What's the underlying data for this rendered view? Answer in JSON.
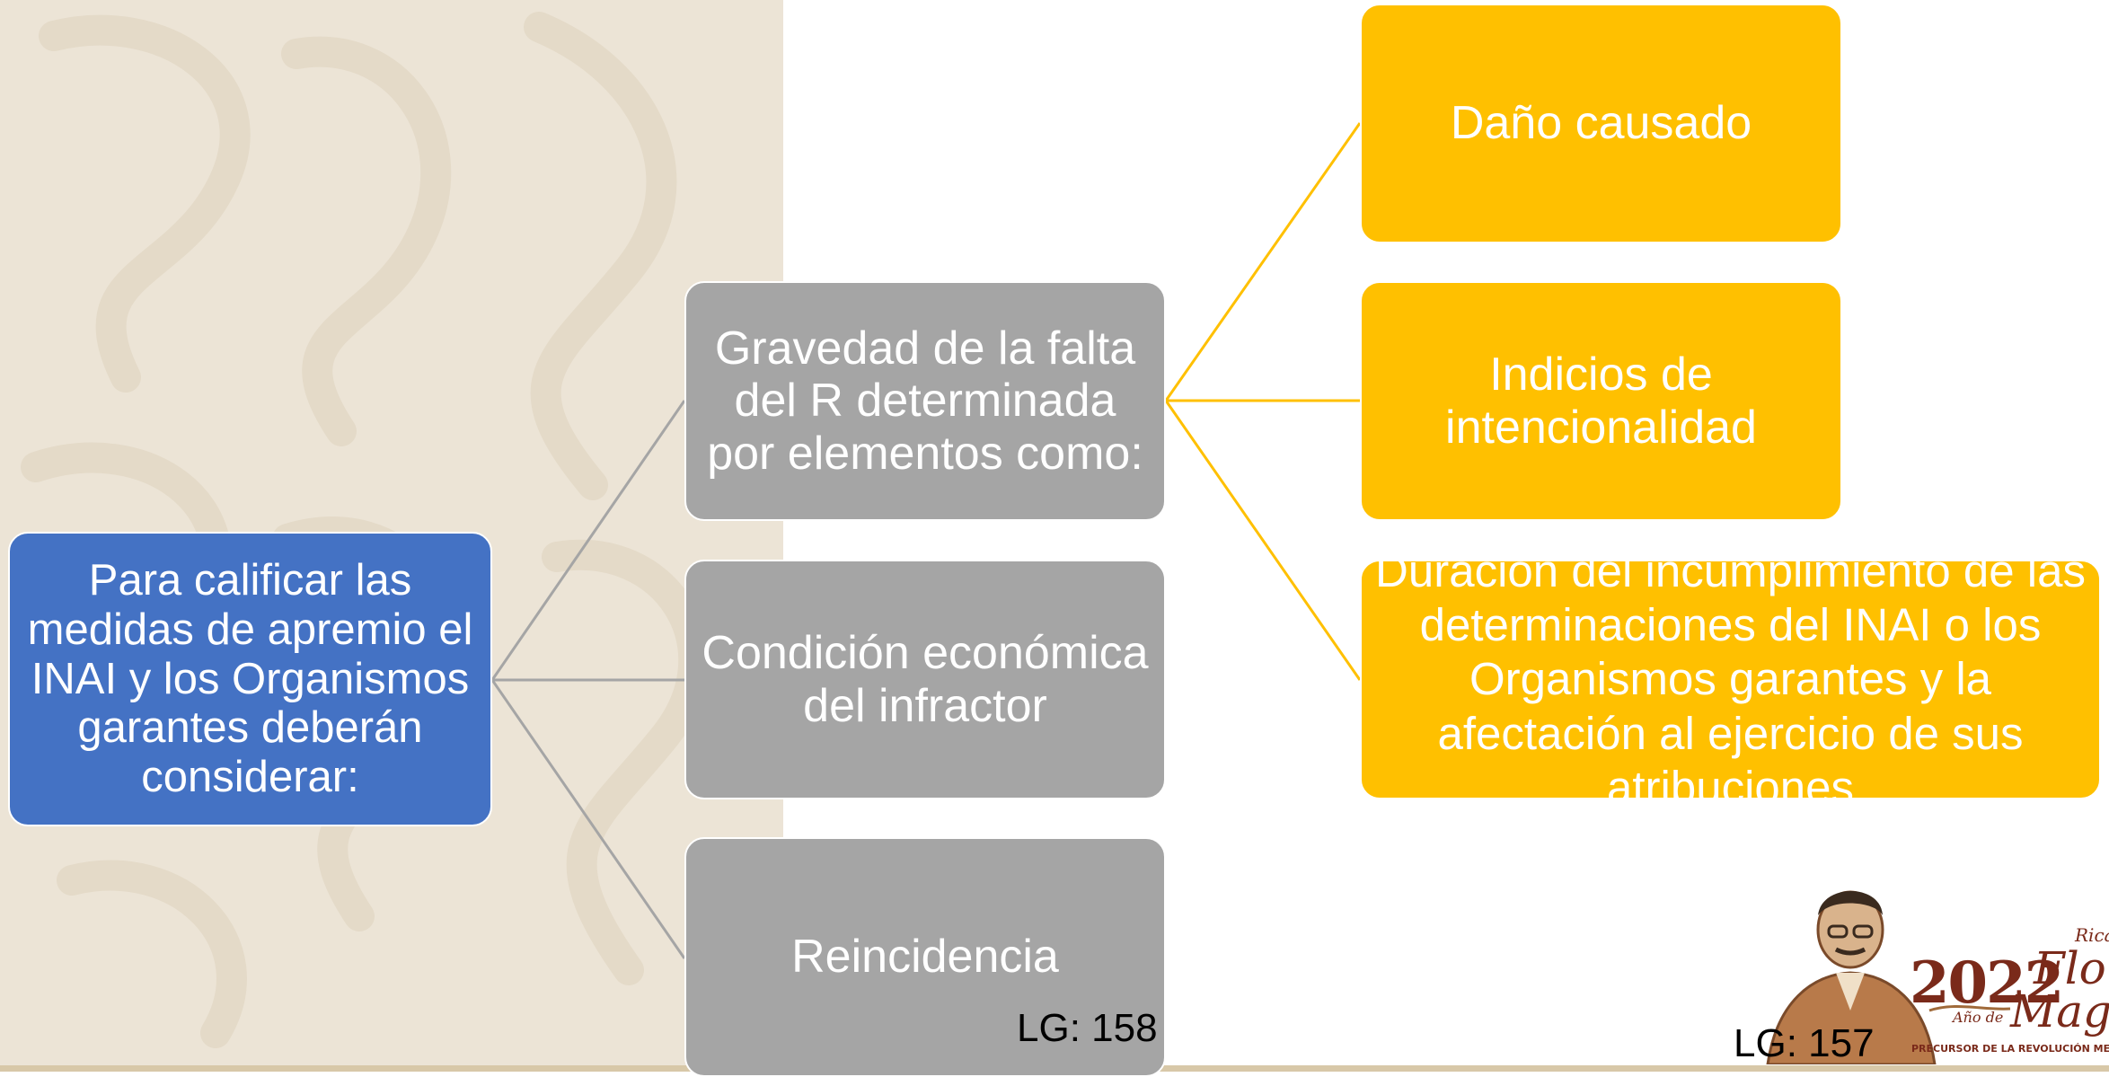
{
  "diagram": {
    "root": {
      "text": "Para calificar las medidas de apremio el INAI y los Organismos garantes deberán considerar:"
    },
    "level1": [
      {
        "text": "Gravedad de la falta del R determinada por elementos como:"
      },
      {
        "text": "Condición económica del infractor"
      },
      {
        "text": "Reincidencia"
      }
    ],
    "level2": [
      {
        "text": "Daño causado"
      },
      {
        "text": "Indicios de intencionalidad"
      },
      {
        "text": "Duración del incumplimiento de las determinaciones del INAI o los Organismos garantes y la afectación al ejercicio de sus atribuciones"
      }
    ]
  },
  "footnotes": {
    "left": "LG: 158",
    "right": "LG: 157"
  },
  "logo": {
    "year": "2022",
    "ano_de": "Año de",
    "name_top": "Rica",
    "name_line1": "Flore",
    "name_line2": "Mag",
    "tagline": "PRECURSOR DE LA REVOLUCIÓN MEX"
  },
  "colors": {
    "root": "#4472c4",
    "level1": "#a5a5a5",
    "level2": "#ffc000",
    "connector_root": "#a5a5a5",
    "connector_leaf": "#ffc000"
  }
}
